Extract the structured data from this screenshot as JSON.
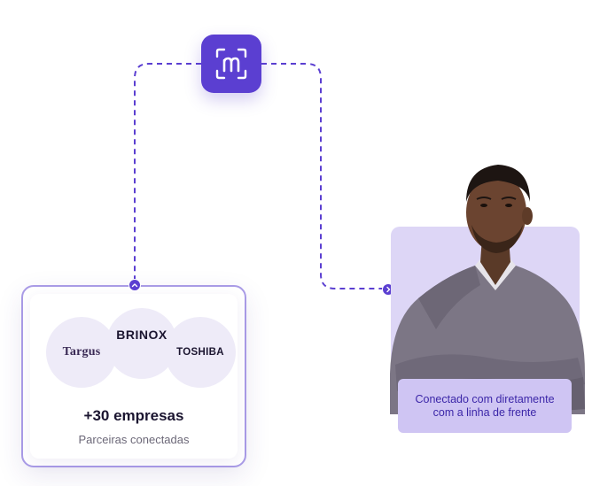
{
  "logo": {
    "icon": "brand-m-logo-icon",
    "color": "#5b3fd1"
  },
  "partners": {
    "brands": [
      "Targus",
      "BRINOX",
      "TOSHIBA"
    ],
    "count_label": "+30 empresas",
    "caption": "Parceiras conectadas"
  },
  "person": {
    "caption": "Conectado com diretamente com a linha de frente",
    "panel_color": "#ddd6f6",
    "caption_color": "#cfc5f3"
  },
  "colors": {
    "accent": "#5b3fd1",
    "card_border": "#a99be6",
    "bubble": "#eeebf8"
  }
}
